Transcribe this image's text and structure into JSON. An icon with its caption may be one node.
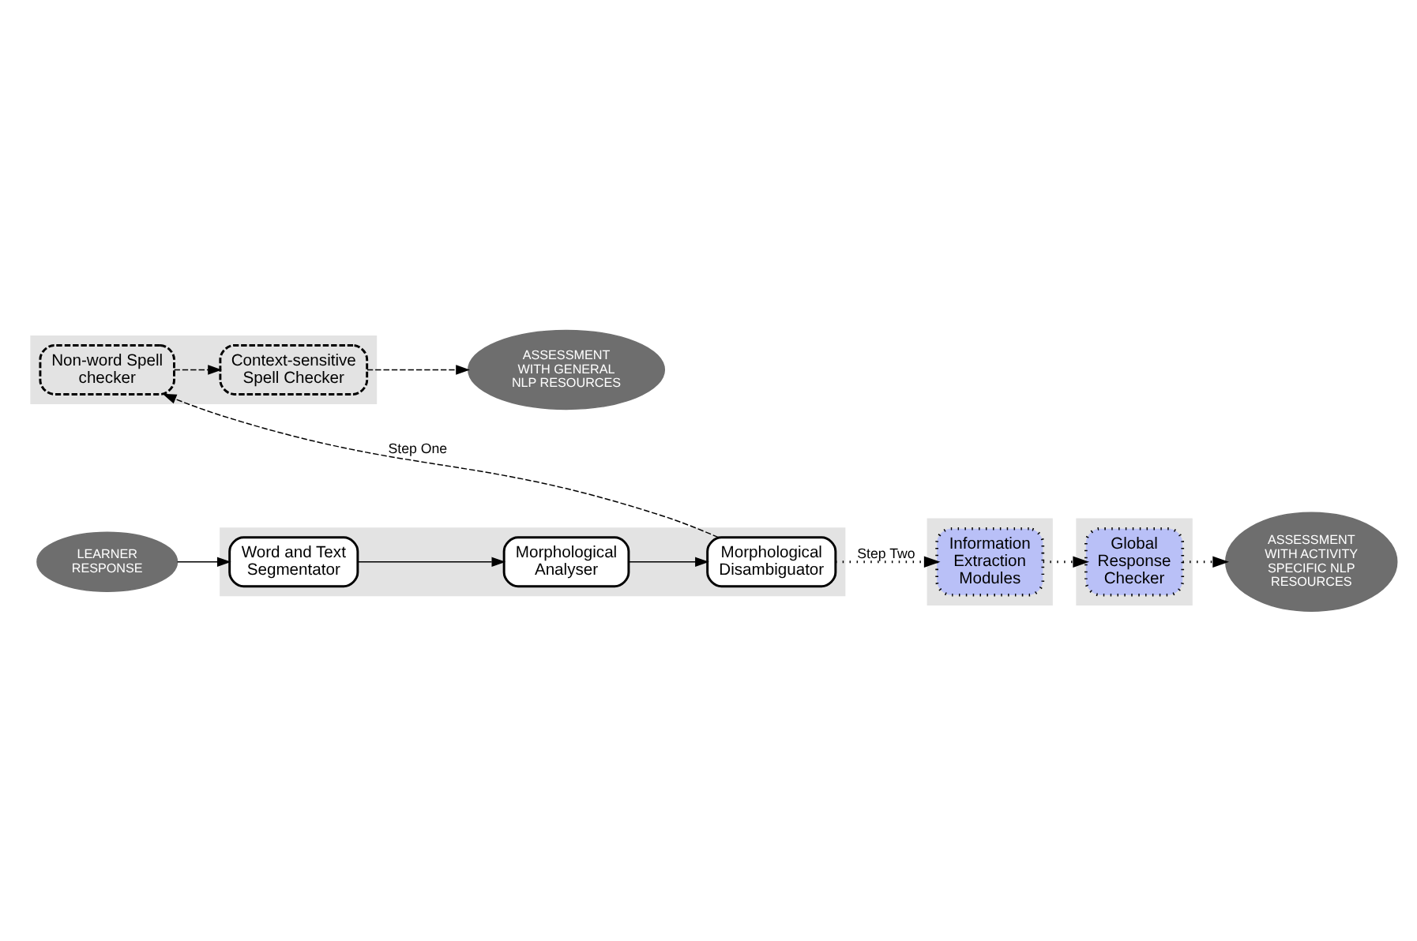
{
  "diagram": {
    "nodes": [
      {
        "text": [],
        "shape": "box"
      },
      {
        "text": [
          "Non-word Spell checker"
        ],
        "in": 0
      },
      {
        "text": [
          "Context-sensitive Spell Checker"
        ],
        "in": 0
      },
      {
        "text": [
          "ASSESSMENT WITH GENERAL NLP RESOURCES"
        ]
      },
      {
        "text": [
          "LEARNER RESPONSE"
        ]
      },
      {
        "text": [],
        "shape": "box"
      },
      {
        "text": [
          "Word and Text Segmentator"
        ],
        "in": 5
      },
      {
        "text": [
          "Morphological Analyser"
        ],
        "in": 5
      },
      {
        "text": [
          "Morphological Disambiguator"
        ],
        "in": 5
      },
      {
        "text": [],
        "shape": "box"
      },
      {
        "text": [
          "Information Extraction Modules"
        ],
        "in": 9
      },
      {
        "text": [],
        "shape": "box"
      },
      {
        "text": [
          "Global Response Checker"
        ],
        "in": 11
      },
      {
        "text": [
          "ASSESSMENT WITH ACTIVITY SPECIFIC NLP RESOURCES"
        ]
      }
    ],
    "edges": [
      {
        "from": 1,
        "to": 2,
        "arrow": "to",
        "style": "dashed"
      },
      {
        "from": 2,
        "to": 3,
        "arrow": "to",
        "style": "dashed"
      },
      {
        "from": 8,
        "to": 1,
        "arrow": "to",
        "style": "dashed",
        "label": "Step One"
      },
      {
        "from": 4,
        "to": 6,
        "arrow": "to"
      },
      {
        "from": 6,
        "to": 7,
        "arrow": "to"
      },
      {
        "from": 7,
        "to": 8,
        "arrow": "to"
      },
      {
        "from": 8,
        "to": 10,
        "arrow": "to",
        "style": "dashed",
        "label": "Step Two"
      },
      {
        "from": 10,
        "to": 12,
        "arrow": "to",
        "style": "dashed"
      },
      {
        "from": 12,
        "to": 13,
        "arrow": "to",
        "style": "dashed"
      }
    ]
  }
}
